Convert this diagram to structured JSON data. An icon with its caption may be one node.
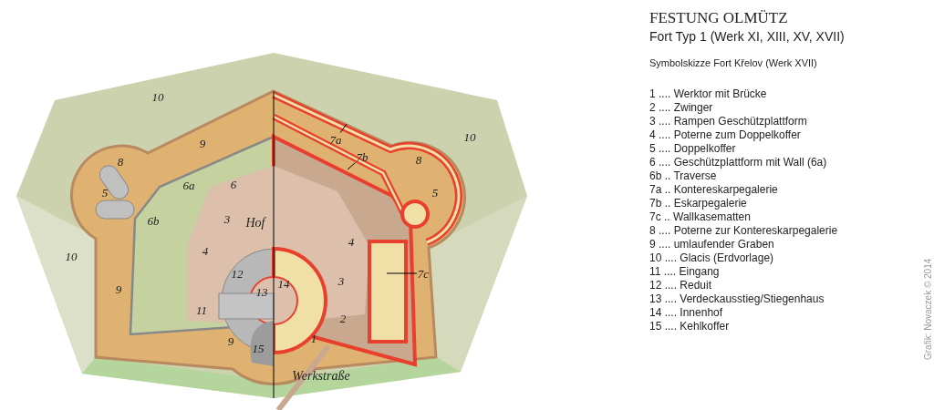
{
  "diagram": {
    "title": "FESTUNG OLMÜTZ",
    "nodes": [
      {
        "text": [
          "7a"
        ]
      },
      {
        "text": [
          "7b"
        ]
      },
      {
        "text": [
          "7c"
        ]
      }
    ],
    "edges": [
      {
        "from": 0,
        "to": null,
        "arrow": "none"
      },
      {
        "from": 1,
        "to": null,
        "arrow": "none"
      },
      {
        "from": 2,
        "to": null,
        "arrow": "none"
      }
    ],
    "labels": [
      "Fort Typ 1 (Werk XI, XIII, XV, XVII)",
      "Symbolskizze Fort Křelov (Werk XVII)",
      "1 .... Werktor mit Brücke",
      "2 .... Zwinger",
      "3 .... Rampen Geschützplattform",
      "4 .... Poterne zum Doppelkoffer",
      "5 .... Doppelkoffer",
      "6 .... Geschützplattform mit Wall (6a)",
      "6b .. Traverse",
      "7a .. Kontereskarpegalerie",
      "7b .. Eskarpegalerie",
      "7c .. Wallkasematten",
      "8 .... Poterne zur Kontereskarpegalerie",
      "9 .... umlaufender Graben",
      "10 .... Glacis (Erdvorlage)",
      "11 .... Eingang",
      "12 .... Reduit",
      "13 .... Verdeckausstieg/Stiegenhaus",
      "14 .... Innenhof",
      "15 .... Kehlkoffer",
      "10",
      "10",
      "9",
      "8",
      "8",
      "6a",
      "6",
      "5",
      "5",
      "6b",
      "3",
      "Hof",
      "4",
      "4",
      "10",
      "12",
      "13",
      "3",
      "14",
      "9",
      "11",
      "2",
      "1",
      "9",
      "15",
      "Werkstraße",
      "Grafik: Novaczek © 2014"
    ]
  }
}
